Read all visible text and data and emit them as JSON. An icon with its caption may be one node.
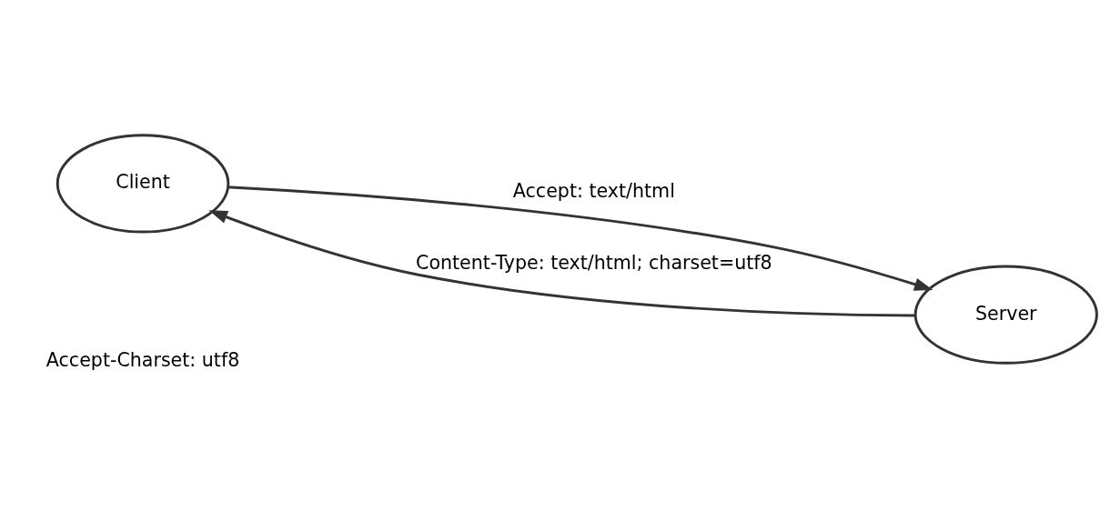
{
  "diagram": {
    "nodes": [
      {
        "text": [
          "Client"
        ]
      },
      {
        "text": [
          "Server"
        ]
      }
    ],
    "edges": [
      {
        "from": 0,
        "to": 1,
        "arrow": "to",
        "label": "Accept: text/html"
      },
      {
        "from": 1,
        "to": 0,
        "arrow": "to",
        "label": "Content-Type: text/html; charset=utf8"
      }
    ],
    "labels": [
      "Accept-Charset: utf8"
    ]
  }
}
